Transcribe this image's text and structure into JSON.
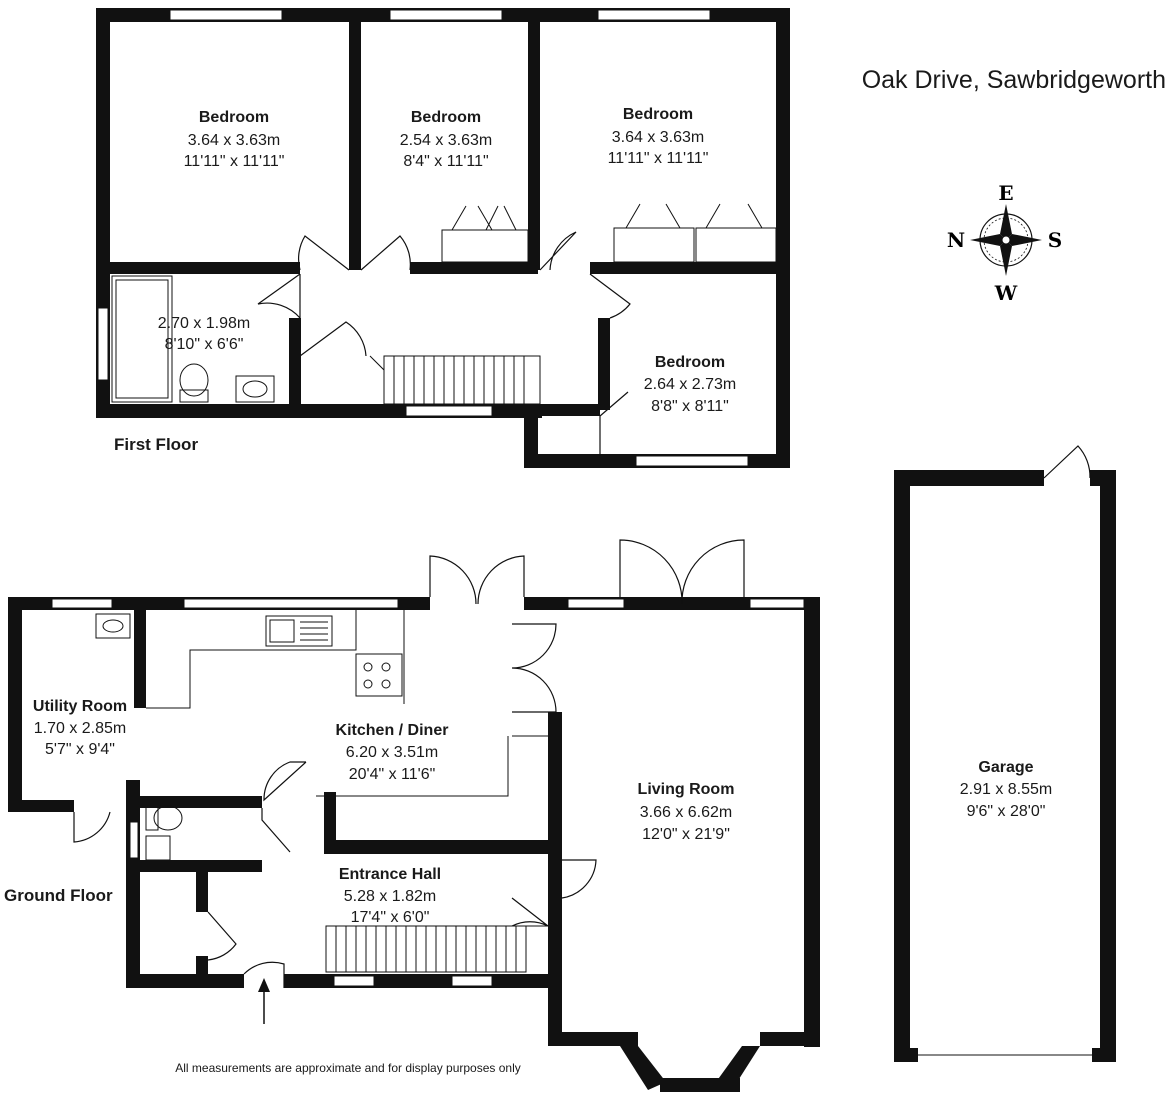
{
  "title": "Oak Drive, Sawbridgeworth",
  "disclaimer": "All measurements are approximate and for display purposes only",
  "compass": {
    "top": "E",
    "left": "N",
    "right": "S",
    "bottom": "W"
  },
  "first_floor": {
    "label": "First Floor",
    "bedroom_1": {
      "name": "Bedroom",
      "metric": "3.64 x 3.63m",
      "imperial": "11'11\" x 11'11\""
    },
    "bedroom_2": {
      "name": "Bedroom",
      "metric": "2.54 x 3.63m",
      "imperial": "8'4\" x 11'11\""
    },
    "bedroom_3": {
      "name": "Bedroom",
      "metric": "3.64 x 3.63m",
      "imperial": "11'11\" x 11'11\""
    },
    "bathroom": {
      "metric": "2.70 x 1.98m",
      "imperial": "8'10\" x 6'6\""
    },
    "bedroom_4": {
      "name": "Bedroom",
      "metric": "2.64 x 2.73m",
      "imperial": "8'8\" x 8'11\""
    }
  },
  "ground_floor": {
    "label": "Ground Floor",
    "utility": {
      "name": "Utility Room",
      "metric": "1.70 x 2.85m",
      "imperial": "5'7\" x 9'4\""
    },
    "kitchen": {
      "name": "Kitchen / Diner",
      "metric": "6.20 x 3.51m",
      "imperial": "20'4\" x 11'6\""
    },
    "living": {
      "name": "Living Room",
      "metric": "3.66 x 6.62m",
      "imperial": "12'0\" x 21'9\""
    },
    "hall": {
      "name": "Entrance Hall",
      "metric": "5.28 x 1.82m",
      "imperial": "17'4\" x 6'0\""
    }
  },
  "garage": {
    "name": "Garage",
    "metric": "2.91 x 8.55m",
    "imperial": "9'6\" x 28'0\""
  }
}
